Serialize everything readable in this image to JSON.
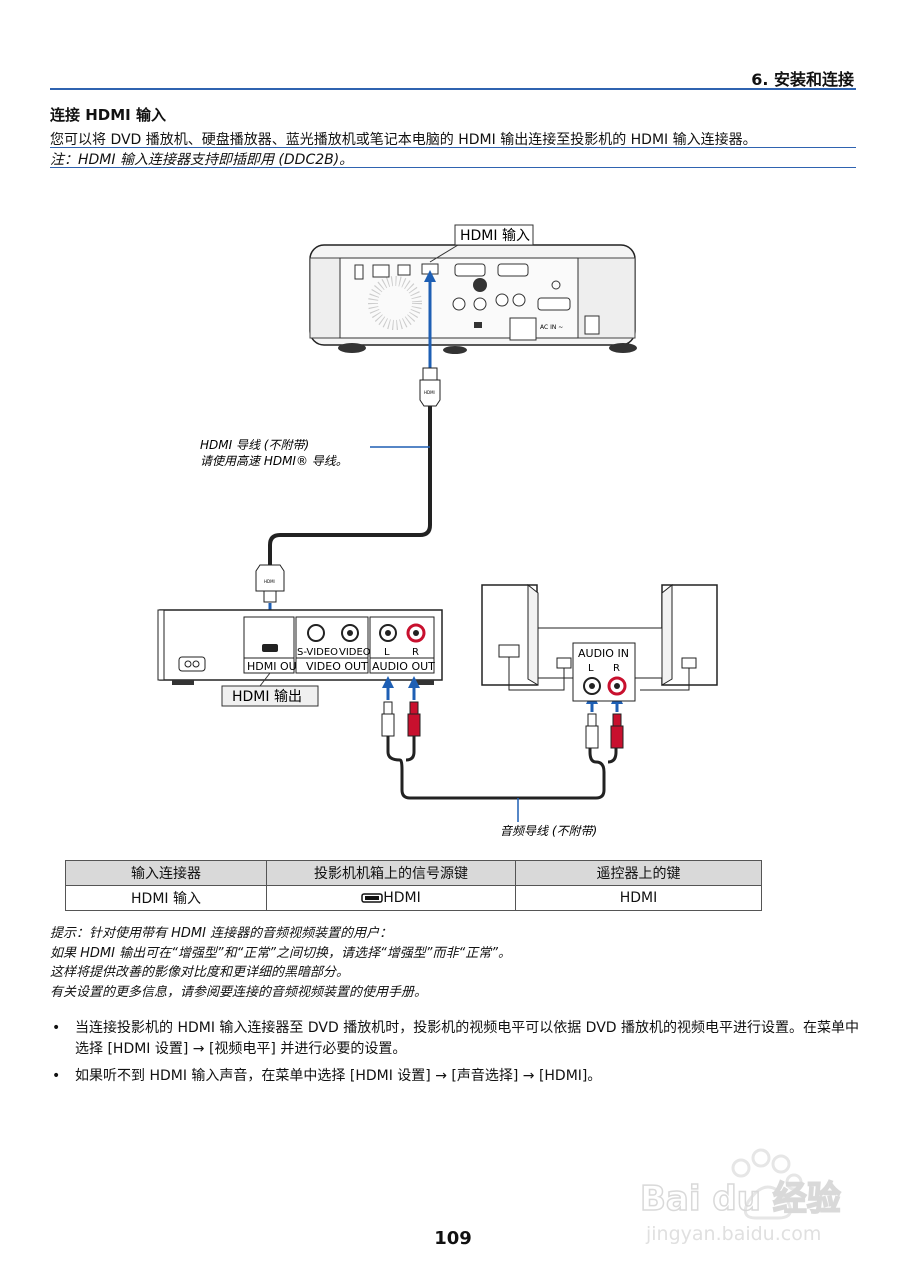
{
  "header": {
    "chapter": "6. 安装和连接"
  },
  "section": {
    "title": "连接 HDMI 输入",
    "intro": "您可以将 DVD 播放机、硬盘播放器、蓝光播放机或笔记本电脑的 HDMI 输出连接至投影机的 HDMI 输入连接器。",
    "note": "注：HDMI 输入连接器支持即插即用 (DDC2B)。"
  },
  "diagram": {
    "hdmi_in_label": "HDMI 输入",
    "hdmi_out_label": "HDMI 输出",
    "cable_label_line1": "HDMI 导线 (不附带)",
    "cable_label_line2": "请使用高速 HDMI® 导线。",
    "audio_cable_label": "音频导线 (不附带)",
    "dvd_ports": {
      "hdmi_out": "HDMI OUT",
      "svideo": "S-VIDEO",
      "video": "VIDEO",
      "video_out": "VIDEO OUT",
      "l": "L",
      "r": "R",
      "audio_out": "AUDIO OUT"
    },
    "speaker_ports": {
      "audio_in": "AUDIO IN",
      "l": "L",
      "r": "R"
    },
    "plug_text": "HDMI",
    "projector_power": "AC IN ~"
  },
  "table": {
    "headers": [
      "输入连接器",
      "投影机机箱上的信号源键",
      "遥控器上的键"
    ],
    "rows": [
      [
        "HDMI 输入",
        "HDMI",
        "HDMI"
      ]
    ]
  },
  "hint": {
    "lines": [
      "提示：针对使用带有 HDMI 连接器的音频视频装置的用户：",
      "如果 HDMI 输出可在“增强型”和“正常”之间切换，请选择“增强型”而非“正常”。",
      "这样将提供改善的影像对比度和更详细的黑暗部分。",
      "有关设置的更多信息，请参阅要连接的音频视频装置的使用手册。"
    ]
  },
  "bullets": [
    "当连接投影机的 HDMI 输入连接器至 DVD 播放机时，投影机的视频电平可以依据 DVD 播放机的视频电平进行设置。在菜单中选择 [HDMI 设置] → [视频电平] 并进行必要的设置。",
    "如果听不到 HDMI 输入声音，在菜单中选择 [HDMI 设置] → [声音选择] → [HDMI]。"
  ],
  "bullet_symbol": "•",
  "page_number": "109",
  "watermark": {
    "brand": "Bai du 经验",
    "url": "jingyan.baidu.com"
  },
  "colors": {
    "accent_blue": "#2f63b0",
    "arrow_blue": "#1e5fb4",
    "audio_red": "#c8102e"
  }
}
